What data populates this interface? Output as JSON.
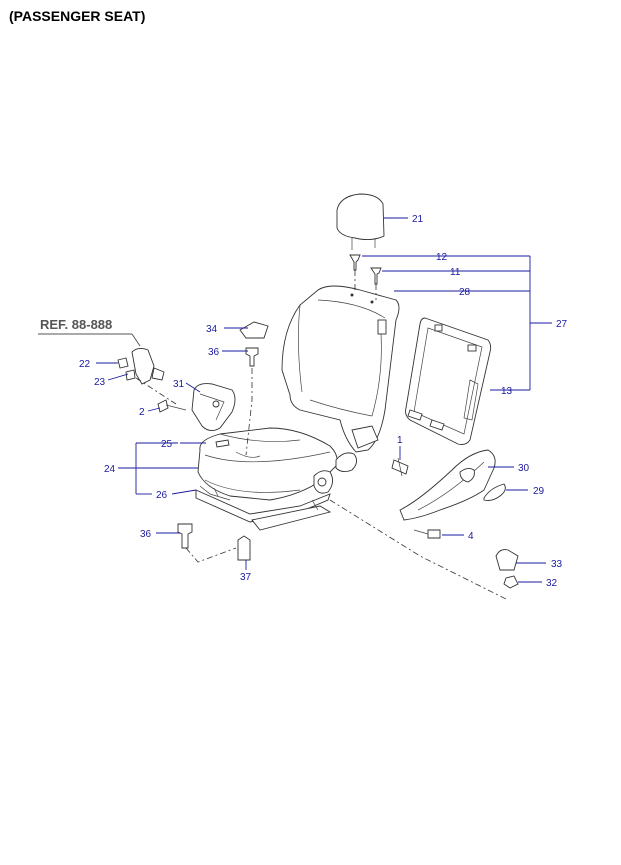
{
  "title": "(PASSENGER SEAT)",
  "ref_label": "REF. 88-888",
  "callouts": {
    "c21": "21",
    "c12": "12",
    "c11": "11",
    "c28": "28",
    "c27": "27",
    "c34": "34",
    "c36a": "36",
    "c22": "22",
    "c23": "23",
    "c31": "31",
    "c2": "2",
    "c13": "13",
    "c1": "1",
    "c25": "25",
    "c24": "24",
    "c26": "26",
    "c30": "30",
    "c29": "29",
    "c36b": "36",
    "c4": "4",
    "c37": "37",
    "c33": "33",
    "c32": "32"
  }
}
